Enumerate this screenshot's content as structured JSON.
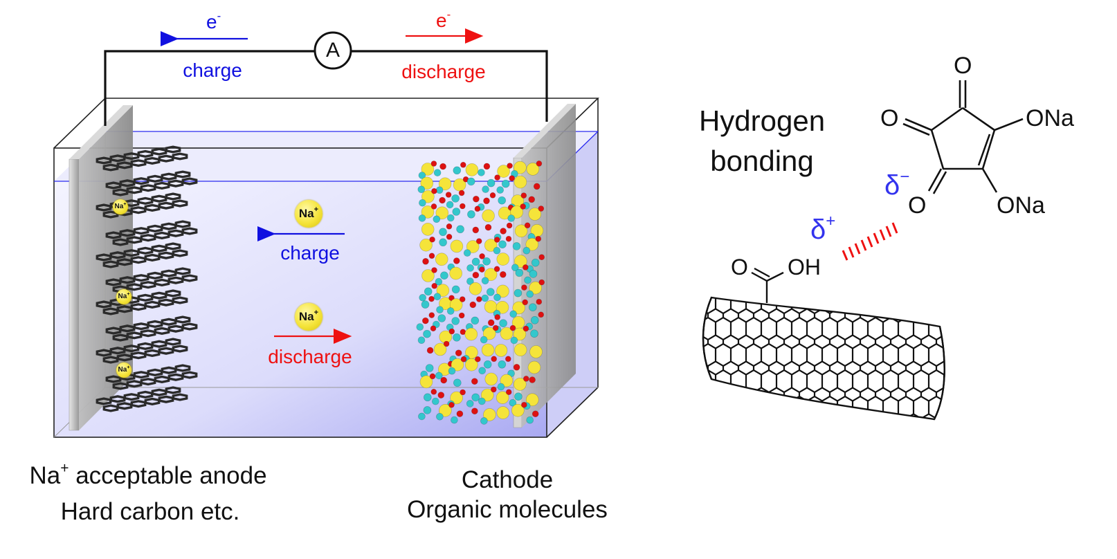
{
  "circuit": {
    "ammeter_label": "A",
    "electron_left": {
      "symbol": "e",
      "sign": "-",
      "direction_label": "charge"
    },
    "electron_right": {
      "symbol": "e",
      "sign": "-",
      "direction_label": "discharge"
    }
  },
  "cell": {
    "ion_top": {
      "base": "Na",
      "sup": "+"
    },
    "ion_bottom": {
      "base": "Na",
      "sup": "+"
    },
    "ion_charge_label": "charge",
    "ion_discharge_label": "discharge",
    "anode_ion_labels": [
      {
        "base": "Na",
        "sup": "+"
      },
      {
        "base": "Na",
        "sup": "+"
      },
      {
        "base": "Na",
        "sup": "+"
      }
    ]
  },
  "captions": {
    "anode_line1": {
      "base": "Na",
      "sup": "+",
      "rest": " acceptable anode"
    },
    "anode_line2": "Hard carbon etc.",
    "cathode_line1": "Cathode",
    "cathode_line2": "Organic molecules"
  },
  "molecule": {
    "title_line1": "Hydrogen",
    "title_line2": "bonding",
    "atom_O_top": "O",
    "atom_O_left": "O",
    "atom_O_bottom": "O",
    "atom_ONa_right": "ONa",
    "atom_ONa_bottom": "ONa",
    "delta_minus": {
      "base": "δ",
      "sup": "−"
    },
    "delta_plus": {
      "base": "δ",
      "sup": "+"
    },
    "cooh_O": "O",
    "cooh_OH": "OH"
  },
  "colors": {
    "charge": "#1010e0",
    "discharge": "#ee1111",
    "electrolyte": "#b9b9f5",
    "sodium_ion": "#f5e43a",
    "carbon_atom": "#33c7cc",
    "oxygen_atom": "#dd1111",
    "graphene": "#2b2b2b"
  }
}
